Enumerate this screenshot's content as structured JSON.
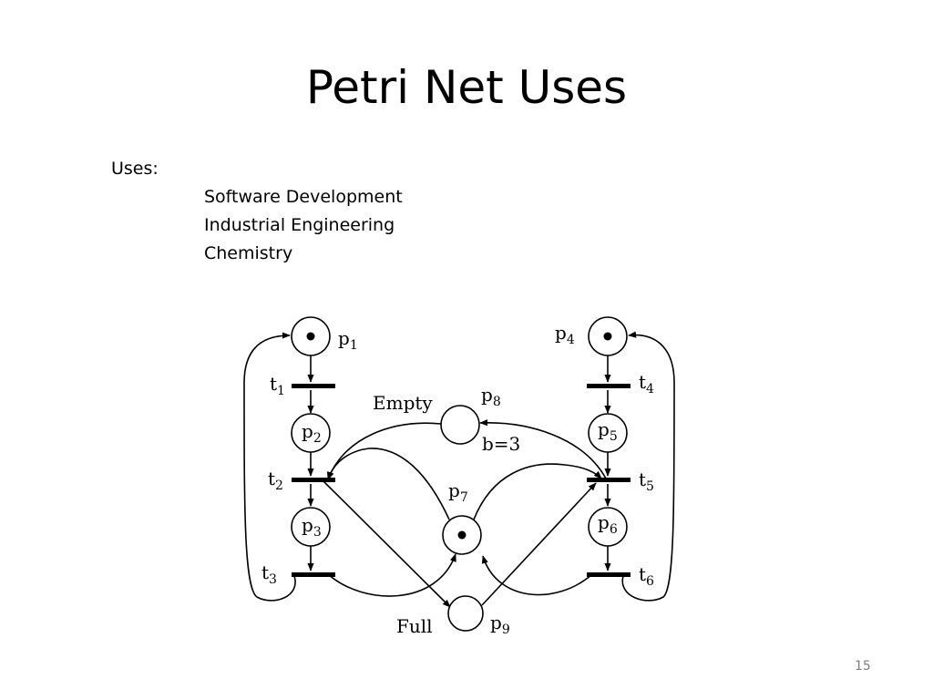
{
  "slide": {
    "title": "Petri Net Uses",
    "uses_label": "Uses:",
    "uses_items": [
      "Software Development",
      "Industrial Engineering",
      "Chemistry"
    ],
    "page_number": "15"
  },
  "diagram": {
    "places": [
      {
        "id": "p1",
        "label": "p",
        "sub": "1",
        "token": true
      },
      {
        "id": "p2",
        "label": "p",
        "sub": "2",
        "token": false
      },
      {
        "id": "p3",
        "label": "p",
        "sub": "3",
        "token": false
      },
      {
        "id": "p4",
        "label": "p",
        "sub": "4",
        "token": true
      },
      {
        "id": "p5",
        "label": "p",
        "sub": "5",
        "token": false
      },
      {
        "id": "p6",
        "label": "p",
        "sub": "6",
        "token": false
      },
      {
        "id": "p7",
        "label": "p",
        "sub": "7",
        "token": true
      },
      {
        "id": "p8",
        "label": "p",
        "sub": "8",
        "token": false
      },
      {
        "id": "p9",
        "label": "p",
        "sub": "9",
        "token": false
      }
    ],
    "transitions": [
      {
        "id": "t1",
        "label": "t",
        "sub": "1"
      },
      {
        "id": "t2",
        "label": "t",
        "sub": "2"
      },
      {
        "id": "t3",
        "label": "t",
        "sub": "3"
      },
      {
        "id": "t4",
        "label": "t",
        "sub": "4"
      },
      {
        "id": "t5",
        "label": "t",
        "sub": "5"
      },
      {
        "id": "t6",
        "label": "t",
        "sub": "6"
      }
    ],
    "annotations": {
      "empty": "Empty",
      "full": "Full",
      "bound": "b=3"
    }
  }
}
